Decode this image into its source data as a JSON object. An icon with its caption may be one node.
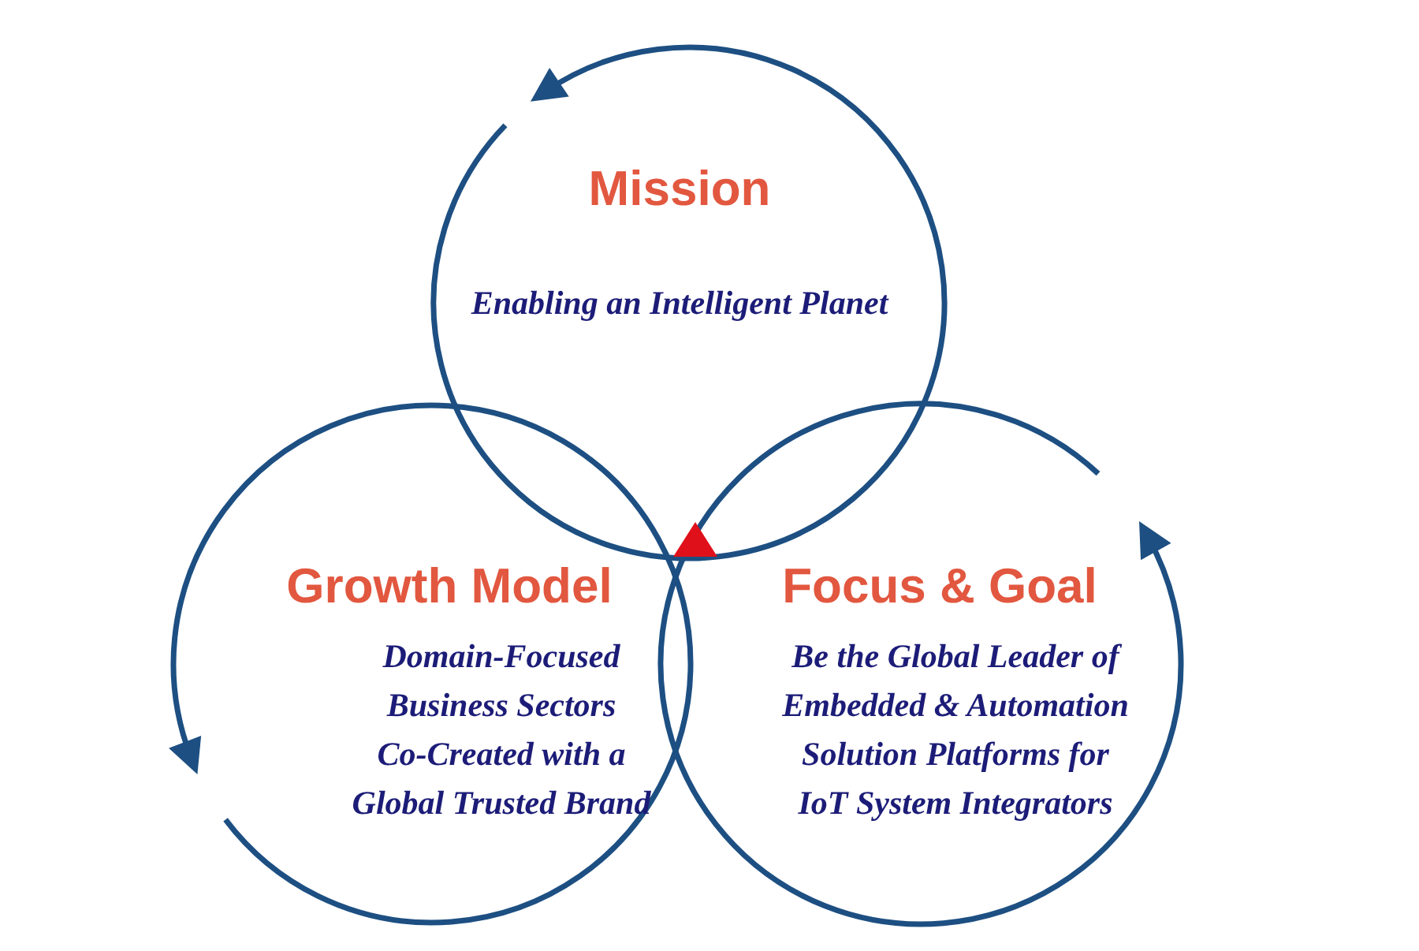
{
  "diagram": {
    "nodes": [
      {
        "text": [
          "Mission",
          "Enabling an Intelligent Planet"
        ]
      },
      {
        "text": [
          "Growth Model",
          "Domain-Focused Business Sectors Co-Created with a Global Trusted Brand"
        ]
      },
      {
        "text": [
          "Focus & Goal",
          "Be the Global Leader of Embedded & Automation Solution Platforms for IoT System Integrators"
        ]
      }
    ]
  }
}
